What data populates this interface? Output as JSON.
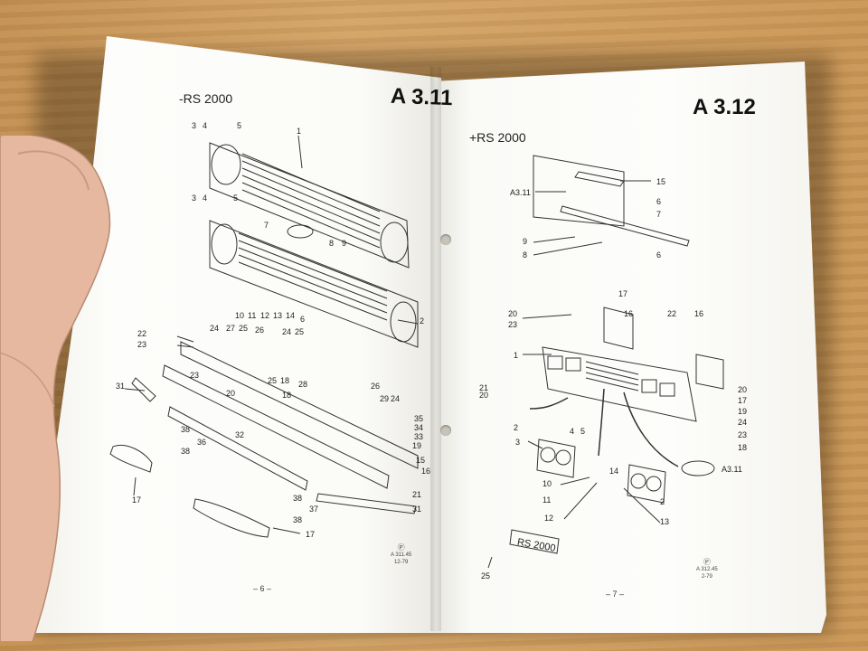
{
  "left_page": {
    "code": "A 3.11",
    "subtitle": "-RS 2000",
    "page_number": "– 6 –",
    "stamp_lines": [
      "A 311.45",
      "12-79"
    ],
    "callouts": [
      "1",
      "2",
      "3",
      "4",
      "5",
      "3",
      "4",
      "5",
      "6",
      "7",
      "8",
      "9",
      "10",
      "11",
      "12",
      "13",
      "14",
      "15",
      "16",
      "17",
      "17",
      "18",
      "19",
      "20",
      "21",
      "22",
      "23",
      "23",
      "24",
      "24",
      "24",
      "25",
      "25",
      "25",
      "26",
      "26",
      "27",
      "28",
      "29",
      "31",
      "31",
      "32",
      "33",
      "34",
      "35",
      "36",
      "37",
      "38",
      "38",
      "38",
      "38",
      "18"
    ]
  },
  "right_page": {
    "code": "A 3.12",
    "subtitle": "+RS 2000",
    "page_number": "– 7 –",
    "stamp_lines": [
      "A 312.45",
      "2-79"
    ],
    "plate_text": "RS 2000",
    "ref_labels": [
      "A3.11",
      "A3.11"
    ],
    "callouts": [
      "15",
      "6",
      "7",
      "9",
      "8",
      "6",
      "17",
      "16",
      "22",
      "16",
      "20",
      "23",
      "1",
      "21",
      "20",
      "20",
      "17",
      "19",
      "24",
      "23",
      "18",
      "2",
      "3",
      "4",
      "5",
      "14",
      "10",
      "11",
      "12",
      "13",
      "2",
      "25"
    ]
  }
}
